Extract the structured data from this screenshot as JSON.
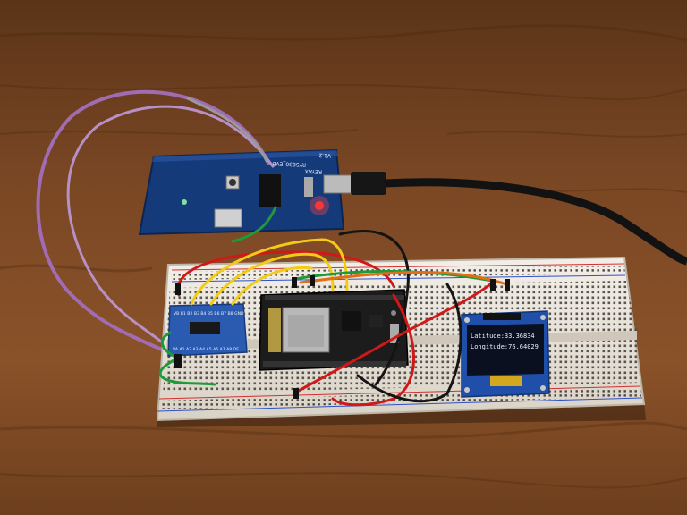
{
  "photo": {
    "subject": "electronics-prototype-on-breadboard"
  },
  "oled": {
    "line1": "Latitude:33.36834",
    "line2": "Longitude:76.64029"
  },
  "gps_board": {
    "label_model": "RY5830_EVB",
    "label_brand": "REYAX",
    "label_version": "V1.2"
  },
  "level_shifter": {
    "pins_top": "VB B1 B2 B3 B4 B5 B6 B7 B8 GND",
    "pins_bottom": "VA A1 A2 A3 A4 A5 A6 A7 A8 OE"
  },
  "colors": {
    "wood": "#7a4724",
    "gps_pcb": "#153a7a",
    "breadboard": "#ece6dc",
    "mcu_pcb": "#1c1c1c",
    "shifter_pcb": "#2a5bb0",
    "oled_pcb": "#1f4fa8",
    "oled_screen": "#0b1020",
    "wire_red": "#d01818",
    "wire_yellow": "#f2cc14",
    "wire_green": "#1f9a3a",
    "wire_black": "#141414",
    "wire_purple": "#a06cb4",
    "wire_orange": "#e07018"
  }
}
